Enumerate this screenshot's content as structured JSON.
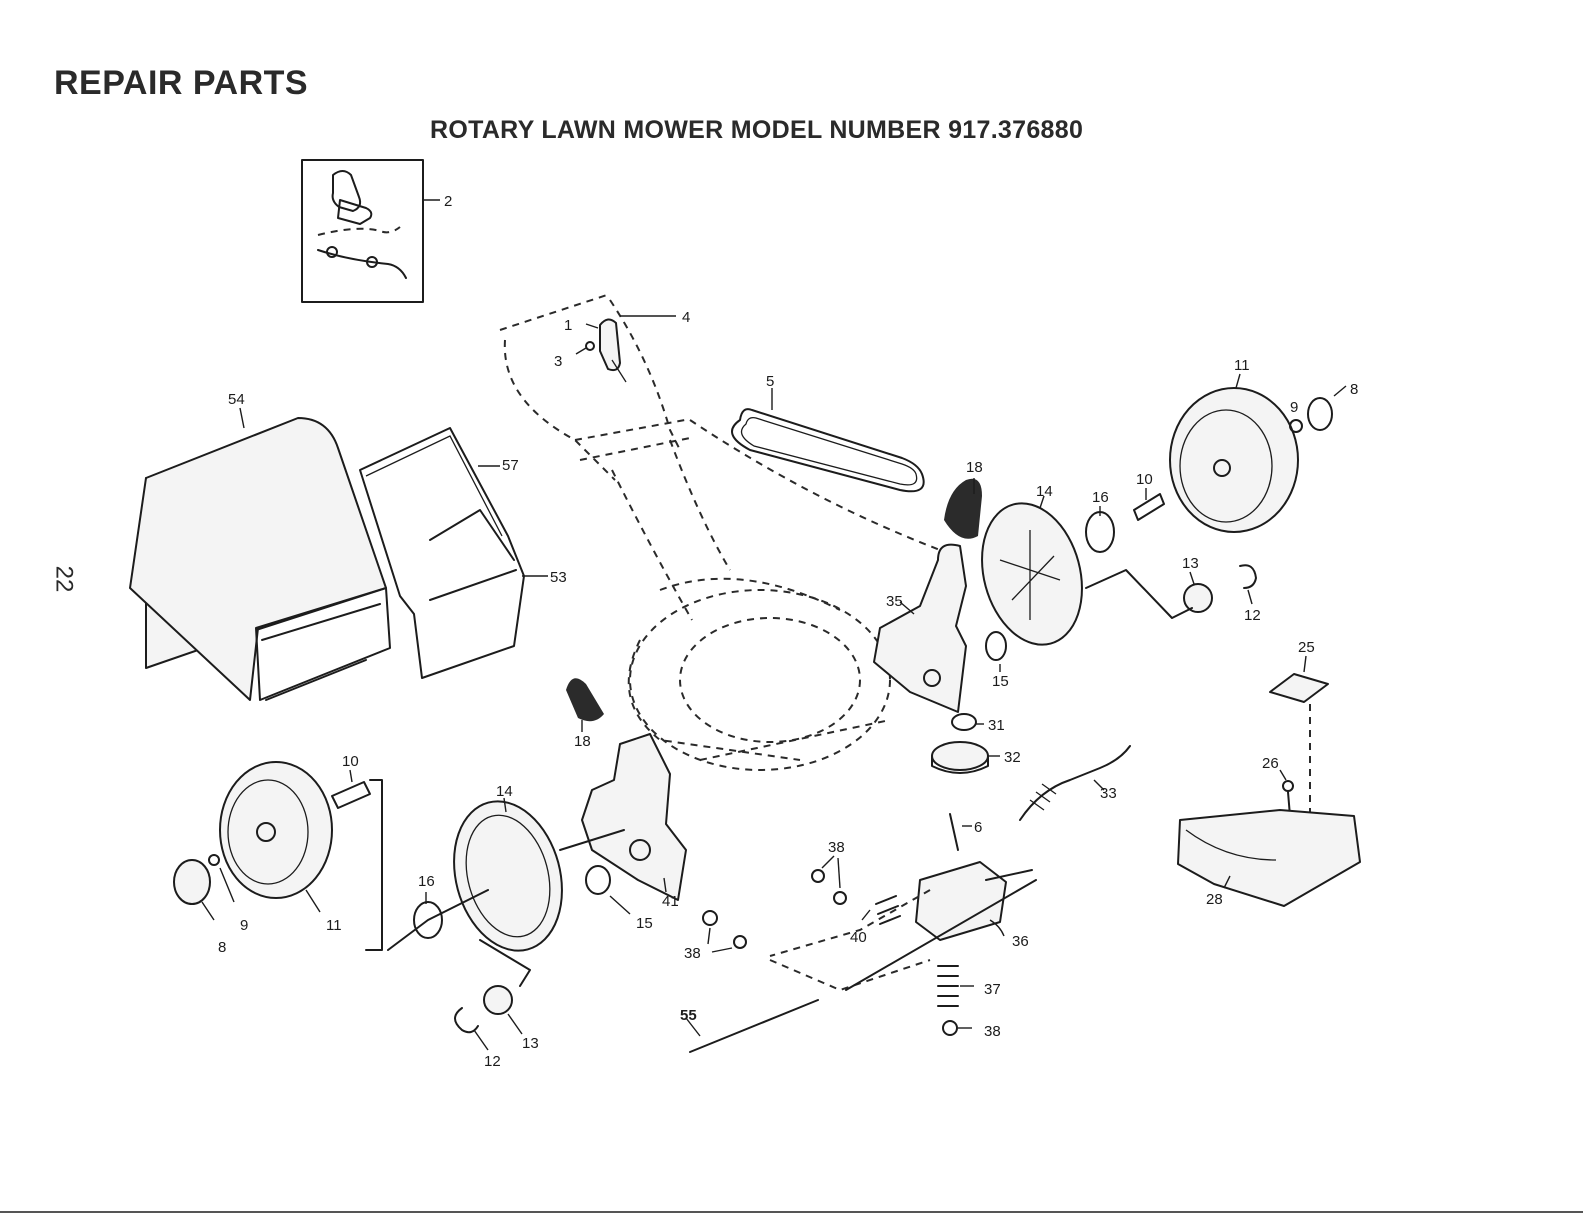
{
  "header": {
    "title": "REPAIR PARTS",
    "subtitle": "ROTARY LAWN MOWER MODEL NUMBER 917.376880"
  },
  "page_number": "22",
  "callouts": {
    "c1": "1",
    "c2": "2",
    "c3": "3",
    "c4": "4",
    "c5": "5",
    "c6": "6",
    "c8": "8",
    "c9": "9",
    "c10": "10",
    "c11": "11",
    "c12": "12",
    "c13": "13",
    "c14": "14",
    "c15": "15",
    "c16": "16",
    "c18": "18",
    "c25": "25",
    "c26": "26",
    "c28": "28",
    "c31": "31",
    "c32": "32",
    "c33": "33",
    "c35": "35",
    "c36": "36",
    "c37": "37",
    "c38": "38",
    "c40": "40",
    "c41": "41",
    "c53": "53",
    "c54": "54",
    "c55": "55",
    "c57": "57"
  }
}
